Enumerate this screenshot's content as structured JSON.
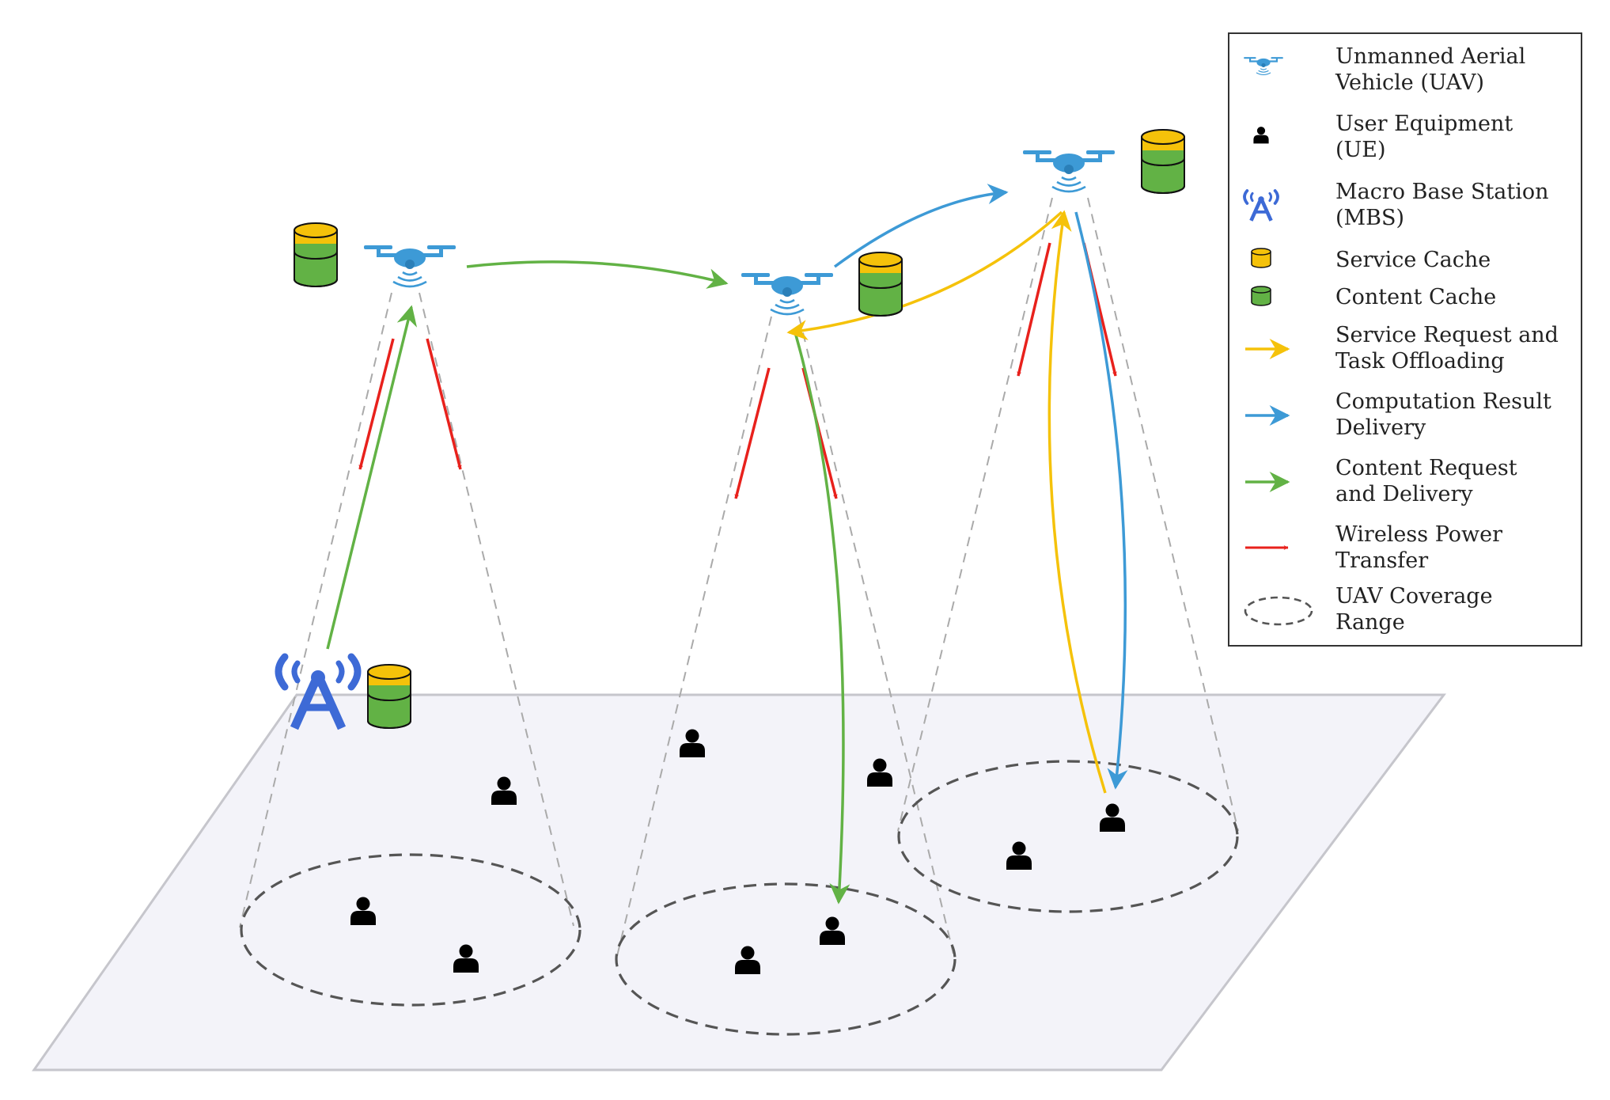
{
  "colors": {
    "uav": "#3d9ad6",
    "mbs": "#3d6ad6",
    "service_cache": "#f5c20a",
    "content_cache": "#62b245",
    "service_arrow": "#f5c20a",
    "result_arrow": "#3d9ad6",
    "content_arrow": "#62b245",
    "power_arrow": "#e8211c",
    "coverage": "#555555",
    "ground": "#f2f2f8"
  },
  "legend": {
    "items": [
      {
        "icon": "uav-icon",
        "lines": [
          "Unmanned Aerial",
          "Vehicle (UAV)"
        ]
      },
      {
        "icon": "user-icon",
        "lines": [
          "User Equipment",
          "(UE)"
        ]
      },
      {
        "icon": "base-station-icon",
        "lines": [
          "Macro Base Station",
          "(MBS)"
        ]
      },
      {
        "icon": "service-cache-icon",
        "lines": [
          "Service Cache"
        ]
      },
      {
        "icon": "content-cache-icon",
        "lines": [
          "Content Cache"
        ]
      },
      {
        "icon": "yellow-arrow-icon",
        "lines": [
          "Service Request and",
          "Task Offloading"
        ]
      },
      {
        "icon": "blue-arrow-icon",
        "lines": [
          "Computation Result",
          "Delivery"
        ]
      },
      {
        "icon": "green-arrow-icon",
        "lines": [
          "Content Request",
          "and Delivery"
        ]
      },
      {
        "icon": "red-arrow-icon",
        "lines": [
          "Wireless Power",
          "Transfer"
        ]
      },
      {
        "icon": "dashed-ellipse-icon",
        "lines": [
          "UAV Coverage",
          "Range"
        ]
      }
    ]
  }
}
